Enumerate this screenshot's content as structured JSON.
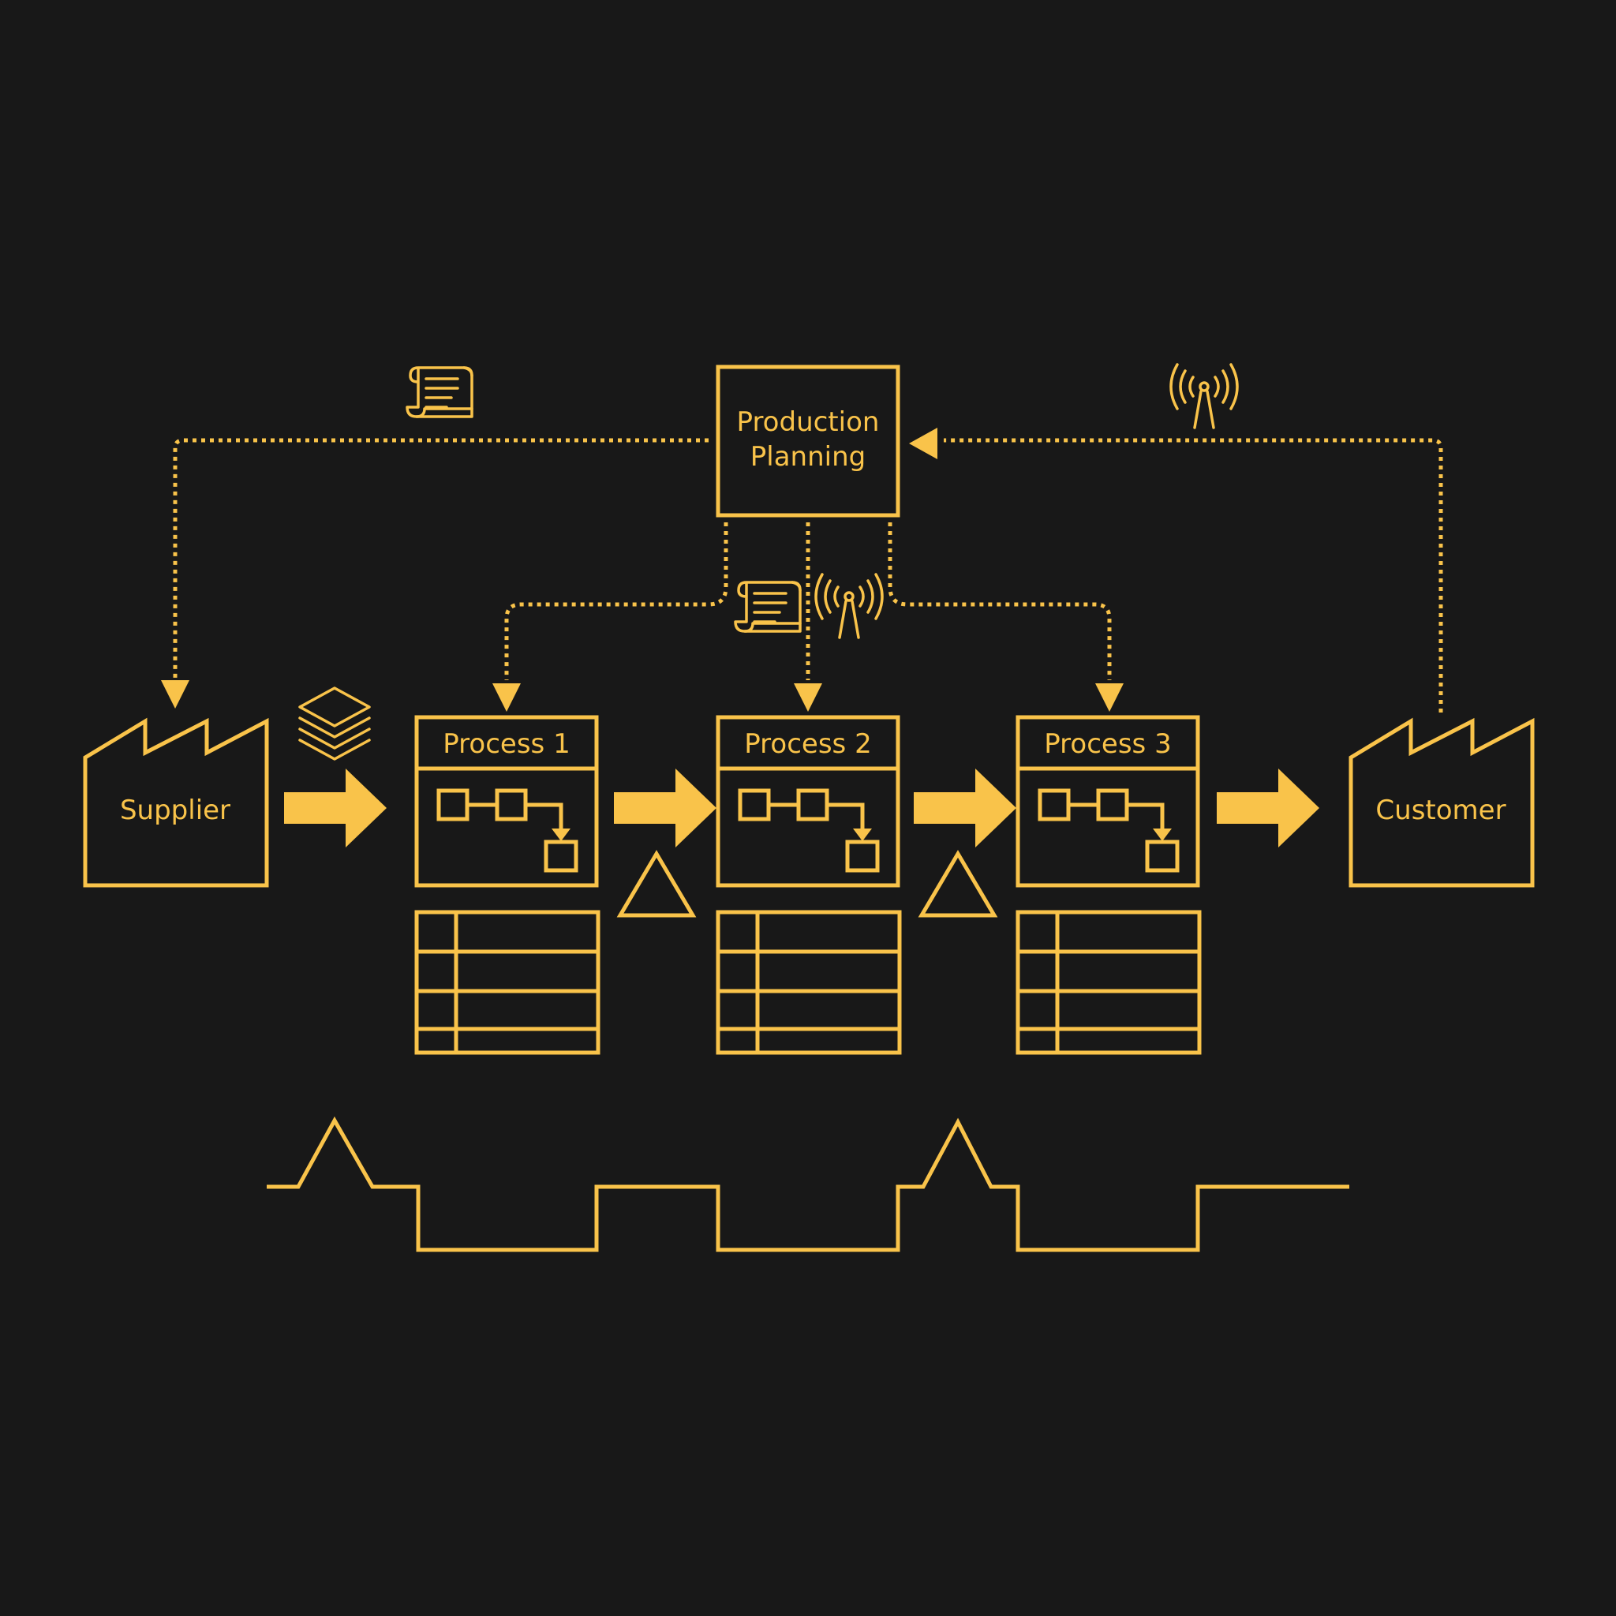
{
  "diagram": {
    "production_planning": {
      "line1": "Production",
      "line2": "Planning"
    },
    "supplier": {
      "label": "Supplier"
    },
    "customer": {
      "label": "Customer"
    },
    "processes": [
      {
        "label": "Process 1"
      },
      {
        "label": "Process 2"
      },
      {
        "label": "Process 3"
      }
    ],
    "icons": {
      "schedule_to_supplier": "document-scroll-icon",
      "forecast_from_customer": "radio-tower-icon",
      "schedule_to_process": "document-scroll-icon",
      "signal_to_process": "radio-tower-icon",
      "material_inventory": "stacked-layers-icon",
      "push_arrow": "push-arrow-icon",
      "inventory": "inventory-triangle-icon",
      "data_box": "data-table-icon",
      "timeline": "timeline-ladder"
    },
    "colors": {
      "accent": "#F9C34A",
      "background": "#181818"
    }
  }
}
